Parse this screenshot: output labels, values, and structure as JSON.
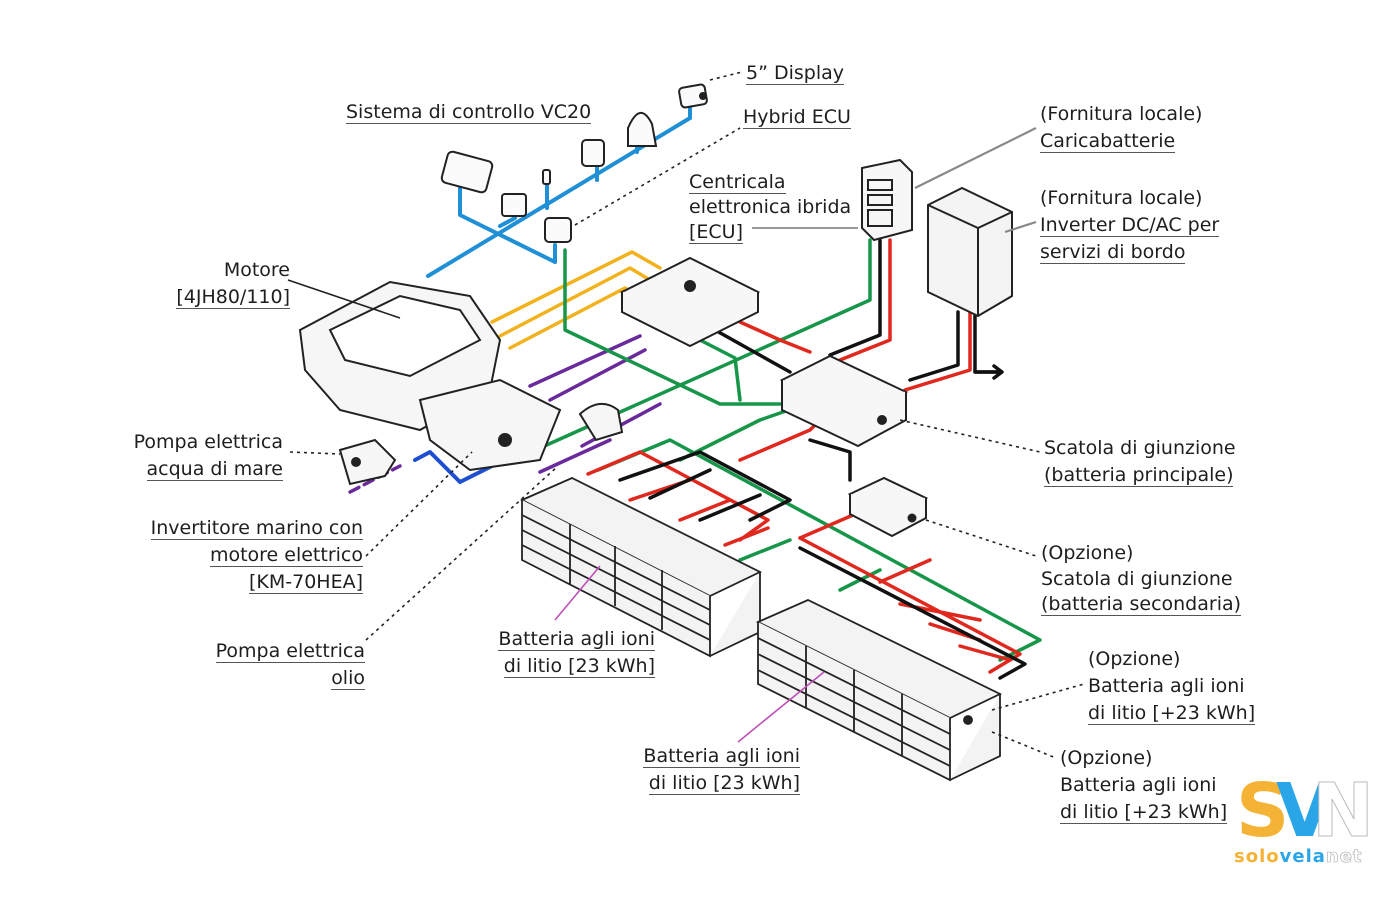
{
  "labels": {
    "display": "5” Display",
    "vc20": "Sistema di controllo VC20",
    "hybrid_ecu": "Hybrid ECU",
    "ecu": [
      "Centricala",
      "elettronica ibrida",
      "[ECU]"
    ],
    "charger": [
      "(Fornitura locale)",
      "Caricabatterie"
    ],
    "inverter": [
      "(Fornitura locale)",
      "Inverter DC/AC per",
      "servizi di bordo"
    ],
    "engine": [
      "Motore",
      "[4JH80/110]"
    ],
    "seawater_pump": [
      "Pompa elettrica",
      "acqua di mare"
    ],
    "marine_gear": [
      "Invertitore marino con",
      "motore elettrico",
      "[KM-70HEA]"
    ],
    "oil_pump": [
      "Pompa elettrica",
      "olio"
    ],
    "junction_main": [
      "Scatola di giunzione",
      "(batteria principale)"
    ],
    "junction_secondary": [
      "(Opzione)",
      "Scatola di giunzione",
      "(batteria secondaria)"
    ],
    "battery_1": [
      "Batteria agli ioni",
      "di litio [23 kWh]"
    ],
    "battery_2": [
      "Batteria agli ioni",
      "di litio [23 kWh]"
    ],
    "battery_opt_1": [
      "(Opzione)",
      "Batteria agli ioni",
      "di litio [+23 kWh]"
    ],
    "battery_opt_2": [
      "(Opzione)",
      "Batteria agli ioni",
      "di litio [+23 kWh]"
    ]
  },
  "logo": {
    "letters": [
      "S",
      "V",
      "N"
    ],
    "text_a": "solo",
    "text_b": "vela",
    "text_c": "net"
  },
  "wire_colors": {
    "can_bus": "#1f8fd6",
    "signal": "#f2b21e",
    "ground_signal": "#6a2a9c",
    "green": "#17964a",
    "positive": "#e0281e",
    "negative": "#111111",
    "drive": "#1e4fd0",
    "leader": "#c04fb8"
  }
}
